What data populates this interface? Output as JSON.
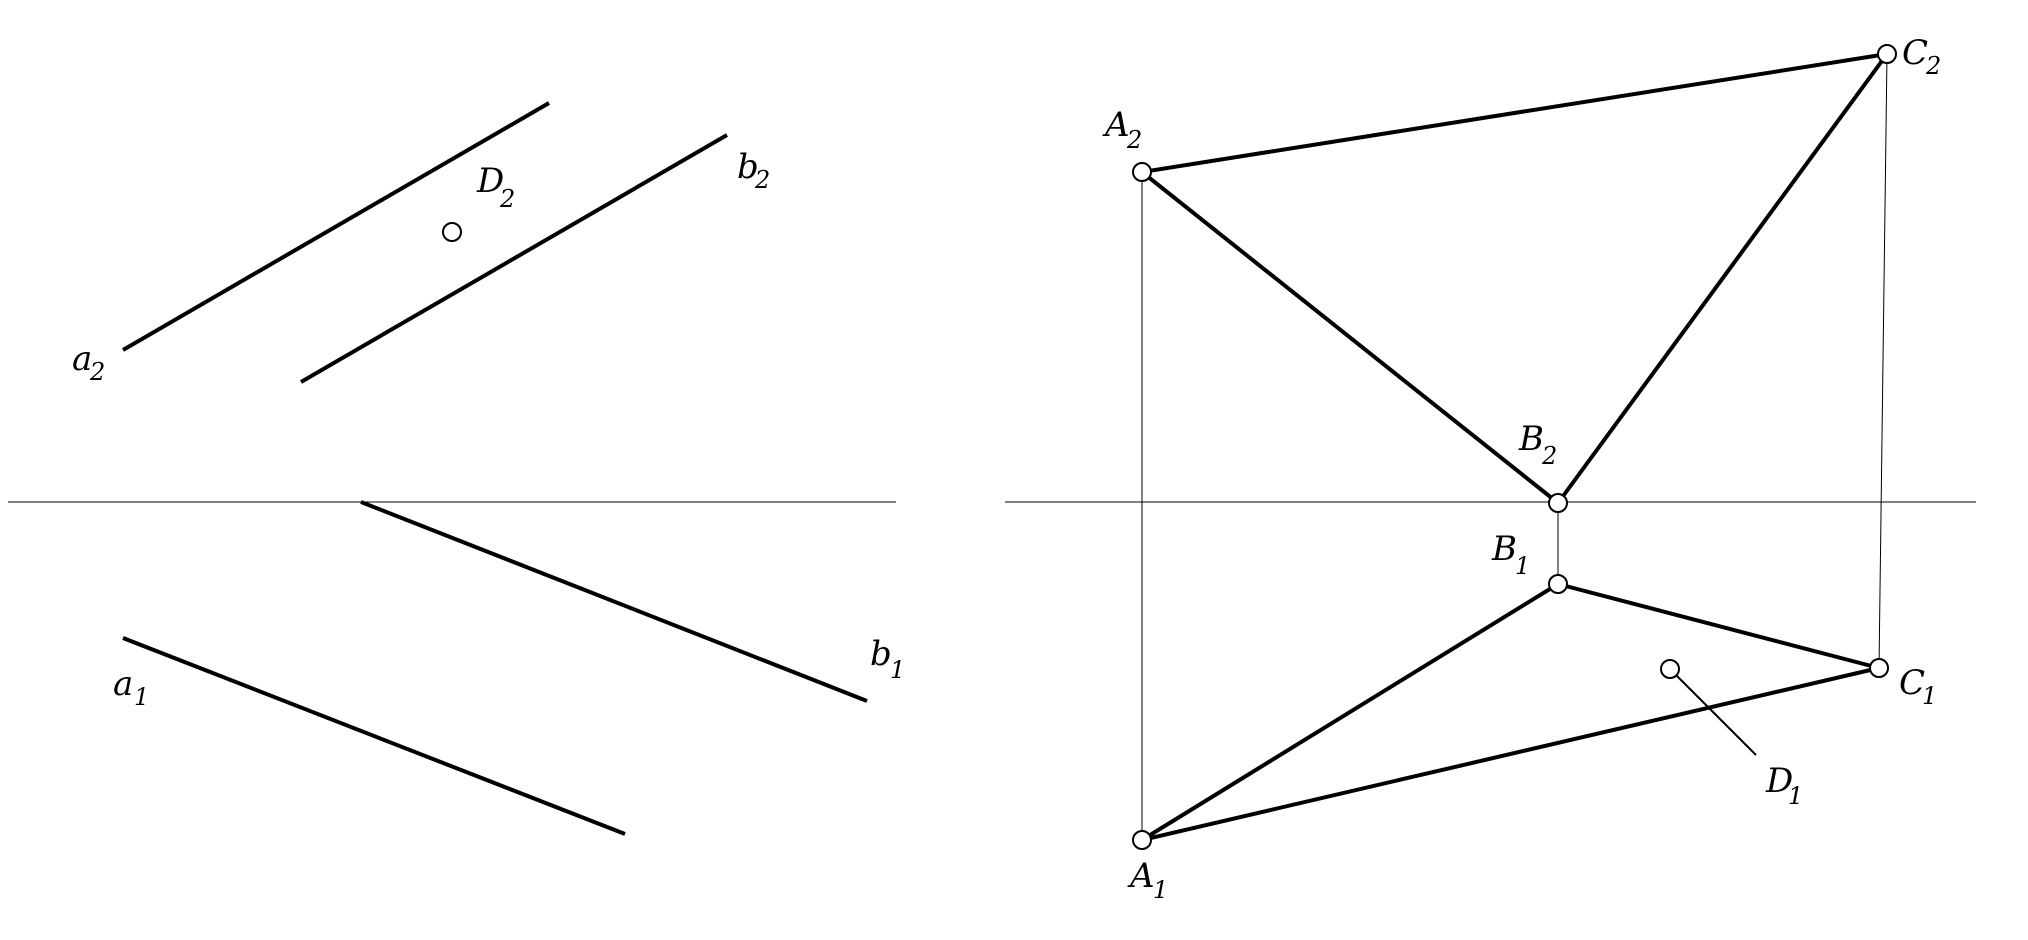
{
  "left_drawing": {
    "labels": {
      "a2": {
        "main": "a",
        "sub": "2"
      },
      "b2": {
        "main": "b",
        "sub": "2"
      },
      "d2": {
        "main": "D",
        "sub": "2"
      },
      "a1": {
        "main": "a",
        "sub": "1"
      },
      "b1": {
        "main": "b",
        "sub": "1"
      }
    }
  },
  "right_drawing": {
    "labels": {
      "a2": {
        "main": "A",
        "sub": "2"
      },
      "c2": {
        "main": "C",
        "sub": "2"
      },
      "b2": {
        "main": "B",
        "sub": "2"
      },
      "b1": {
        "main": "B",
        "sub": "1"
      },
      "c1": {
        "main": "C",
        "sub": "1"
      },
      "d1": {
        "main": "D",
        "sub": "1"
      },
      "a1": {
        "main": "A",
        "sub": "1"
      }
    }
  }
}
